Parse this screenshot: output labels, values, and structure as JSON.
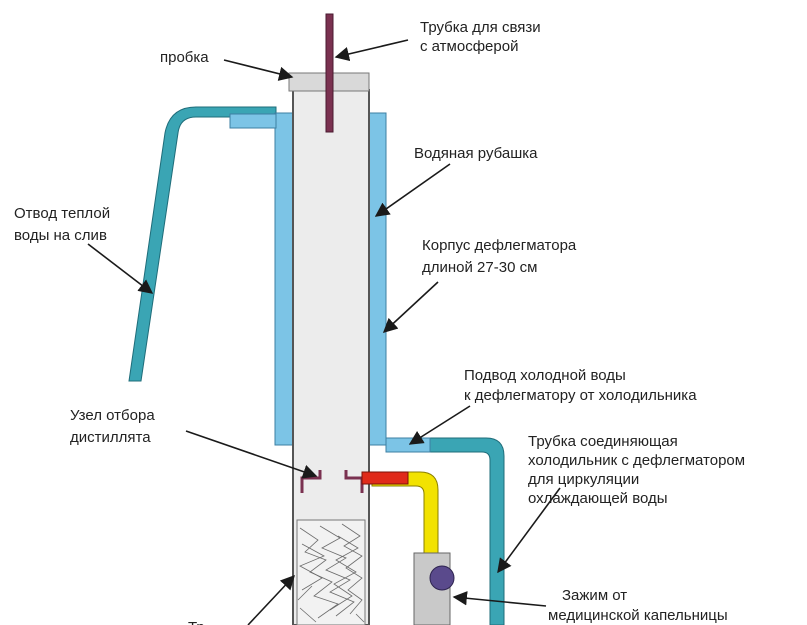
{
  "diagram": {
    "labels": {
      "tube_atmosphere": [
        "Трубка для связи",
        "с атмосферой"
      ],
      "plug": [
        "пробка"
      ],
      "water_jacket": [
        "Водяная рубашка"
      ],
      "warm_water_outlet": [
        "Отвод  теплой",
        "воды на слив"
      ],
      "body": [
        "Корпус дефлегматора",
        "длиной 27-30 см"
      ],
      "cold_water_inlet": [
        "Подвод холодной воды",
        "к дефлегматору от холодильника"
      ],
      "distillate_node": [
        "Узел отбора",
        "дистиллята"
      ],
      "connecting_tube": [
        "Трубка соединяющая",
        "холодильник с дефлегматором",
        "для циркуляции",
        "охлаждающей воды"
      ],
      "clamp": [
        "Зажим от",
        "медицинской капельницы"
      ],
      "bottom_cut": [
        "Тр"
      ]
    },
    "colors": {
      "jacket": "#7cc4e6",
      "outlet_pipe": "#3aa5b4",
      "inner_tube": "#ececec",
      "packing": "#f2f2f2",
      "atmosphere_tube": "#7a3150",
      "plug": "#d9d9d9",
      "yellow_tube": "#f2e200",
      "red_tube": "#e02a1a",
      "clamp": "#5a4a8c",
      "arrow": "#1a1a1a"
    }
  }
}
